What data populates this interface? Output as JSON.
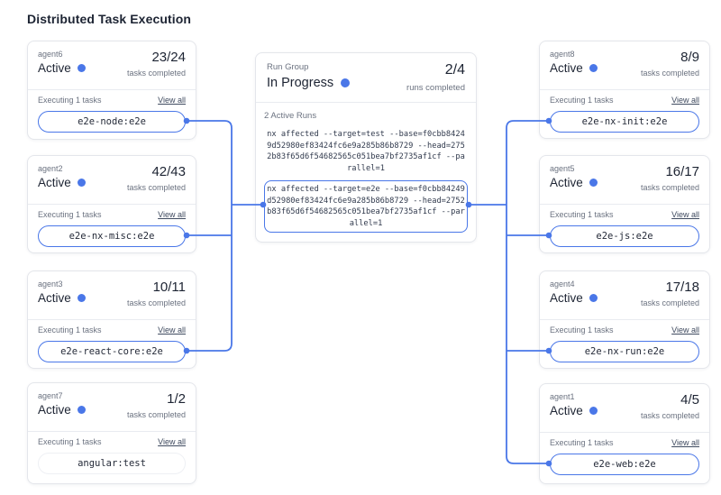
{
  "title": "Distributed Task Execution",
  "colors": {
    "accent": "#4a77e8"
  },
  "labels": {
    "tasks_completed": "tasks completed",
    "executing": "Executing 1 tasks",
    "view_all": "View all"
  },
  "run_group": {
    "label": "Run Group",
    "status": "In Progress",
    "count": "2/4",
    "count_caption": "runs completed",
    "active_runs_label": "2 Active Runs",
    "commands": [
      {
        "text": "nx affected --target=test --base=f0cbb84249d52980ef83424fc6e9a285b86b8729 --head=2752b83f65d6f54682565c051bea7bf2735af1cf --parallel=1",
        "highlighted": false
      },
      {
        "text": "nx affected --target=e2e --base=f0cbb84249d52980ef83424fc6e9a285b86b8729 --head=2752b83f65d6f54682565c051bea7bf2735af1cf --parallel=1",
        "highlighted": true
      }
    ]
  },
  "agents": [
    {
      "name": "agent6",
      "status": "Active",
      "count": "23/24",
      "task": "e2e-node:e2e",
      "highlighted": true
    },
    {
      "name": "agent2",
      "status": "Active",
      "count": "42/43",
      "task": "e2e-nx-misc:e2e",
      "highlighted": true
    },
    {
      "name": "agent3",
      "status": "Active",
      "count": "10/11",
      "task": "e2e-react-core:e2e",
      "highlighted": true
    },
    {
      "name": "agent7",
      "status": "Active",
      "count": "1/2",
      "task": "angular:test",
      "highlighted": false
    },
    {
      "name": "agent8",
      "status": "Active",
      "count": "8/9",
      "task": "e2e-nx-init:e2e",
      "highlighted": true
    },
    {
      "name": "agent5",
      "status": "Active",
      "count": "16/17",
      "task": "e2e-js:e2e",
      "highlighted": true
    },
    {
      "name": "agent4",
      "status": "Active",
      "count": "17/18",
      "task": "e2e-nx-run:e2e",
      "highlighted": true
    },
    {
      "name": "agent1",
      "status": "Active",
      "count": "4/5",
      "task": "e2e-web:e2e",
      "highlighted": true
    }
  ]
}
